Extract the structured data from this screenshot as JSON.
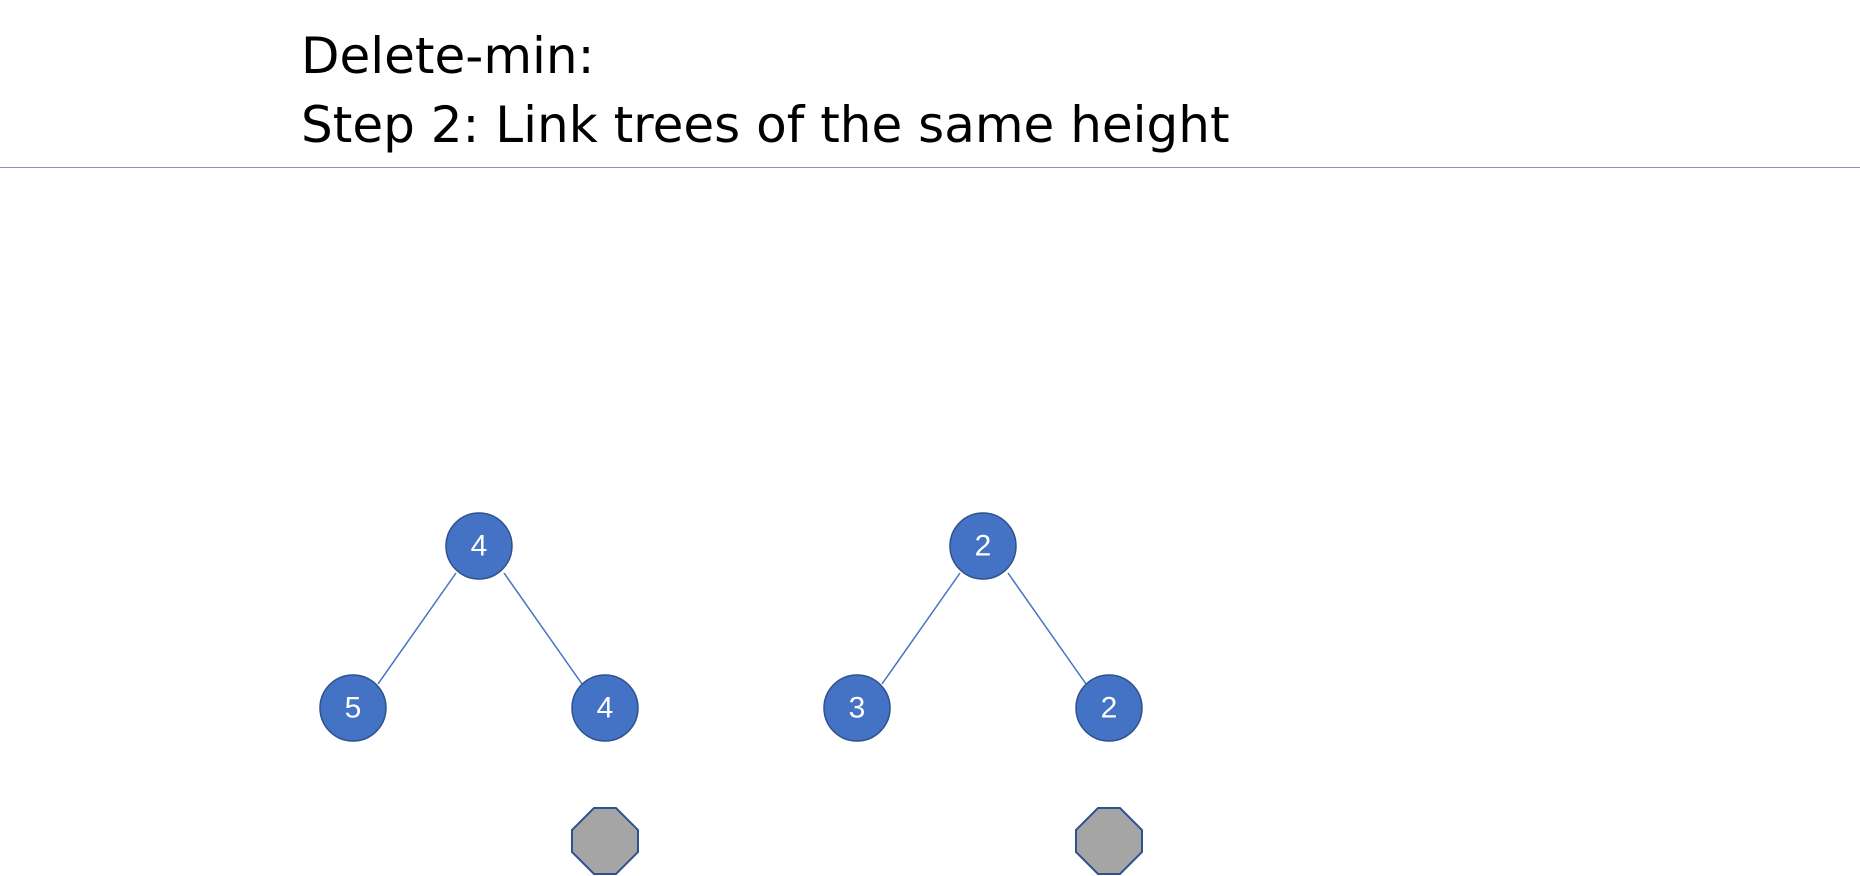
{
  "slide": {
    "title_line1": "Delete-min:",
    "title_line2": "Step 2: Link trees of the same height"
  },
  "colors": {
    "node_fill": "#4472c4",
    "node_stroke": "#2f528f",
    "edge": "#4472c4",
    "octagon_fill": "#a5a5a5",
    "divider": "#8497b0"
  },
  "trees": [
    {
      "root": "4",
      "left_child": "5",
      "right_child": "4",
      "marker_under": "right_child",
      "marker_icon": "gray-octagon-marker"
    },
    {
      "root": "2",
      "left_child": "3",
      "right_child": "2",
      "marker_under": "right_child",
      "marker_icon": "gray-octagon-marker"
    }
  ]
}
